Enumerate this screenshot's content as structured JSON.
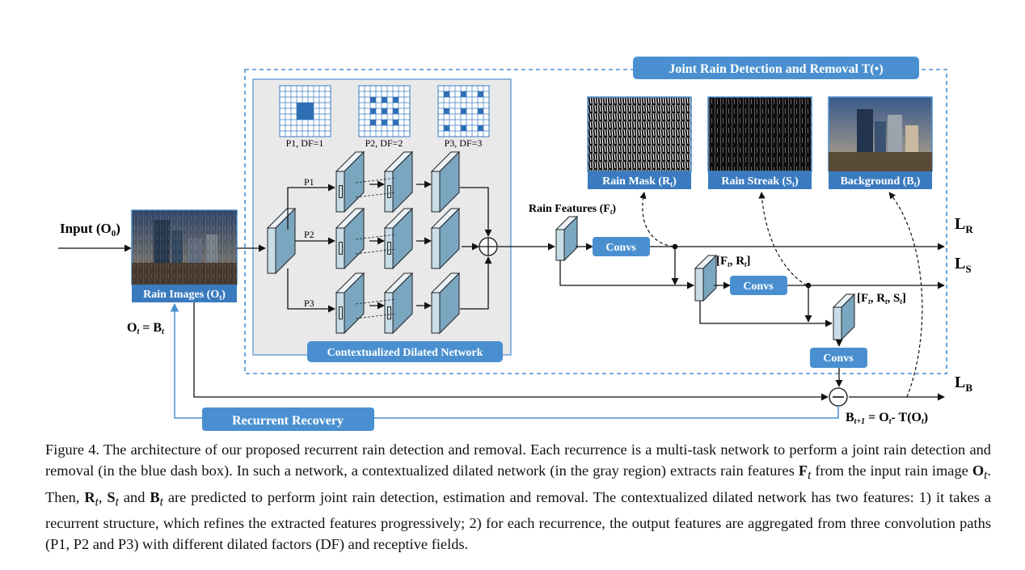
{
  "diagram": {
    "title_box": "Joint Rain Detection and Removal T(•)",
    "input_label": "Input (O",
    "input_sub": "0",
    "input_close": ")",
    "rain_images_label": "Rain Images (O",
    "rain_images_sub": "t",
    "rain_images_close": ")",
    "ot_bt_left": "O",
    "ot_bt_sub1": "t",
    "ot_bt_mid": " = B",
    "ot_bt_sub2": "t",
    "patterns": [
      {
        "label": "P1, DF=1"
      },
      {
        "label": "P2, DF=2"
      },
      {
        "label": "P3, DF=3"
      }
    ],
    "path_labels": [
      "P1",
      "P2",
      "P3"
    ],
    "cdn_label": "Contextualized Dilated Network",
    "rain_features_label": "Rain Features (F",
    "rain_features_sub": "t",
    "rain_features_close": ")",
    "outputs": [
      {
        "label": "Rain Mask (R",
        "sub": "t",
        "close": ")"
      },
      {
        "label": "Rain Streak (S",
        "sub": "t",
        "close": ")"
      },
      {
        "label": "Background (B",
        "sub": "t",
        "close": ")"
      }
    ],
    "convs_label": "Convs",
    "concat1": [
      "[F",
      "t",
      ", R",
      "t",
      "]"
    ],
    "concat2": [
      "[F",
      "t",
      ", R",
      "t",
      ", S",
      "t",
      "]"
    ],
    "losses": [
      {
        "letter": "L",
        "sub": "R"
      },
      {
        "letter": "L",
        "sub": "S"
      },
      {
        "letter": "L",
        "sub": "B"
      }
    ],
    "recurrent_label": "Recurrent Recovery",
    "next_formula": [
      "B",
      "t+1",
      " = O",
      "t",
      "- T(O",
      "t",
      ")"
    ],
    "colors": {
      "accent": "#4a90d0",
      "accent_dark": "#3a7bbf",
      "gray_region": "#e9e9ea",
      "block": "#c9dde8"
    }
  },
  "caption": {
    "p1": "Figure 4. The architecture of our proposed recurrent rain detection and removal. Each recurrence is a multi-task network to perform a joint rain detection and removal (in the blue dash box). In such a network, a contextualized dilated network (in the gray region) extracts rain features ",
    "F": "F",
    "t1": "t",
    "p2": " from the input rain image ",
    "O": "O",
    "t2": "t",
    "p3": ". Then, ",
    "R": "R",
    "t3": "t",
    "p4": ", ",
    "S": "S",
    "t4": "t",
    "p5": " and ",
    "B": "B",
    "t5": "t",
    "p6": " are predicted to perform joint rain detection, estimation and removal. The contextualized dilated network has two features: 1) it takes a recurrent structure, which refines the extracted features progressively; 2) for each recurrence, the output features are aggregated from three convolution paths (P1, P2 and P3) with different dilated factors (DF) and receptive fields."
  }
}
